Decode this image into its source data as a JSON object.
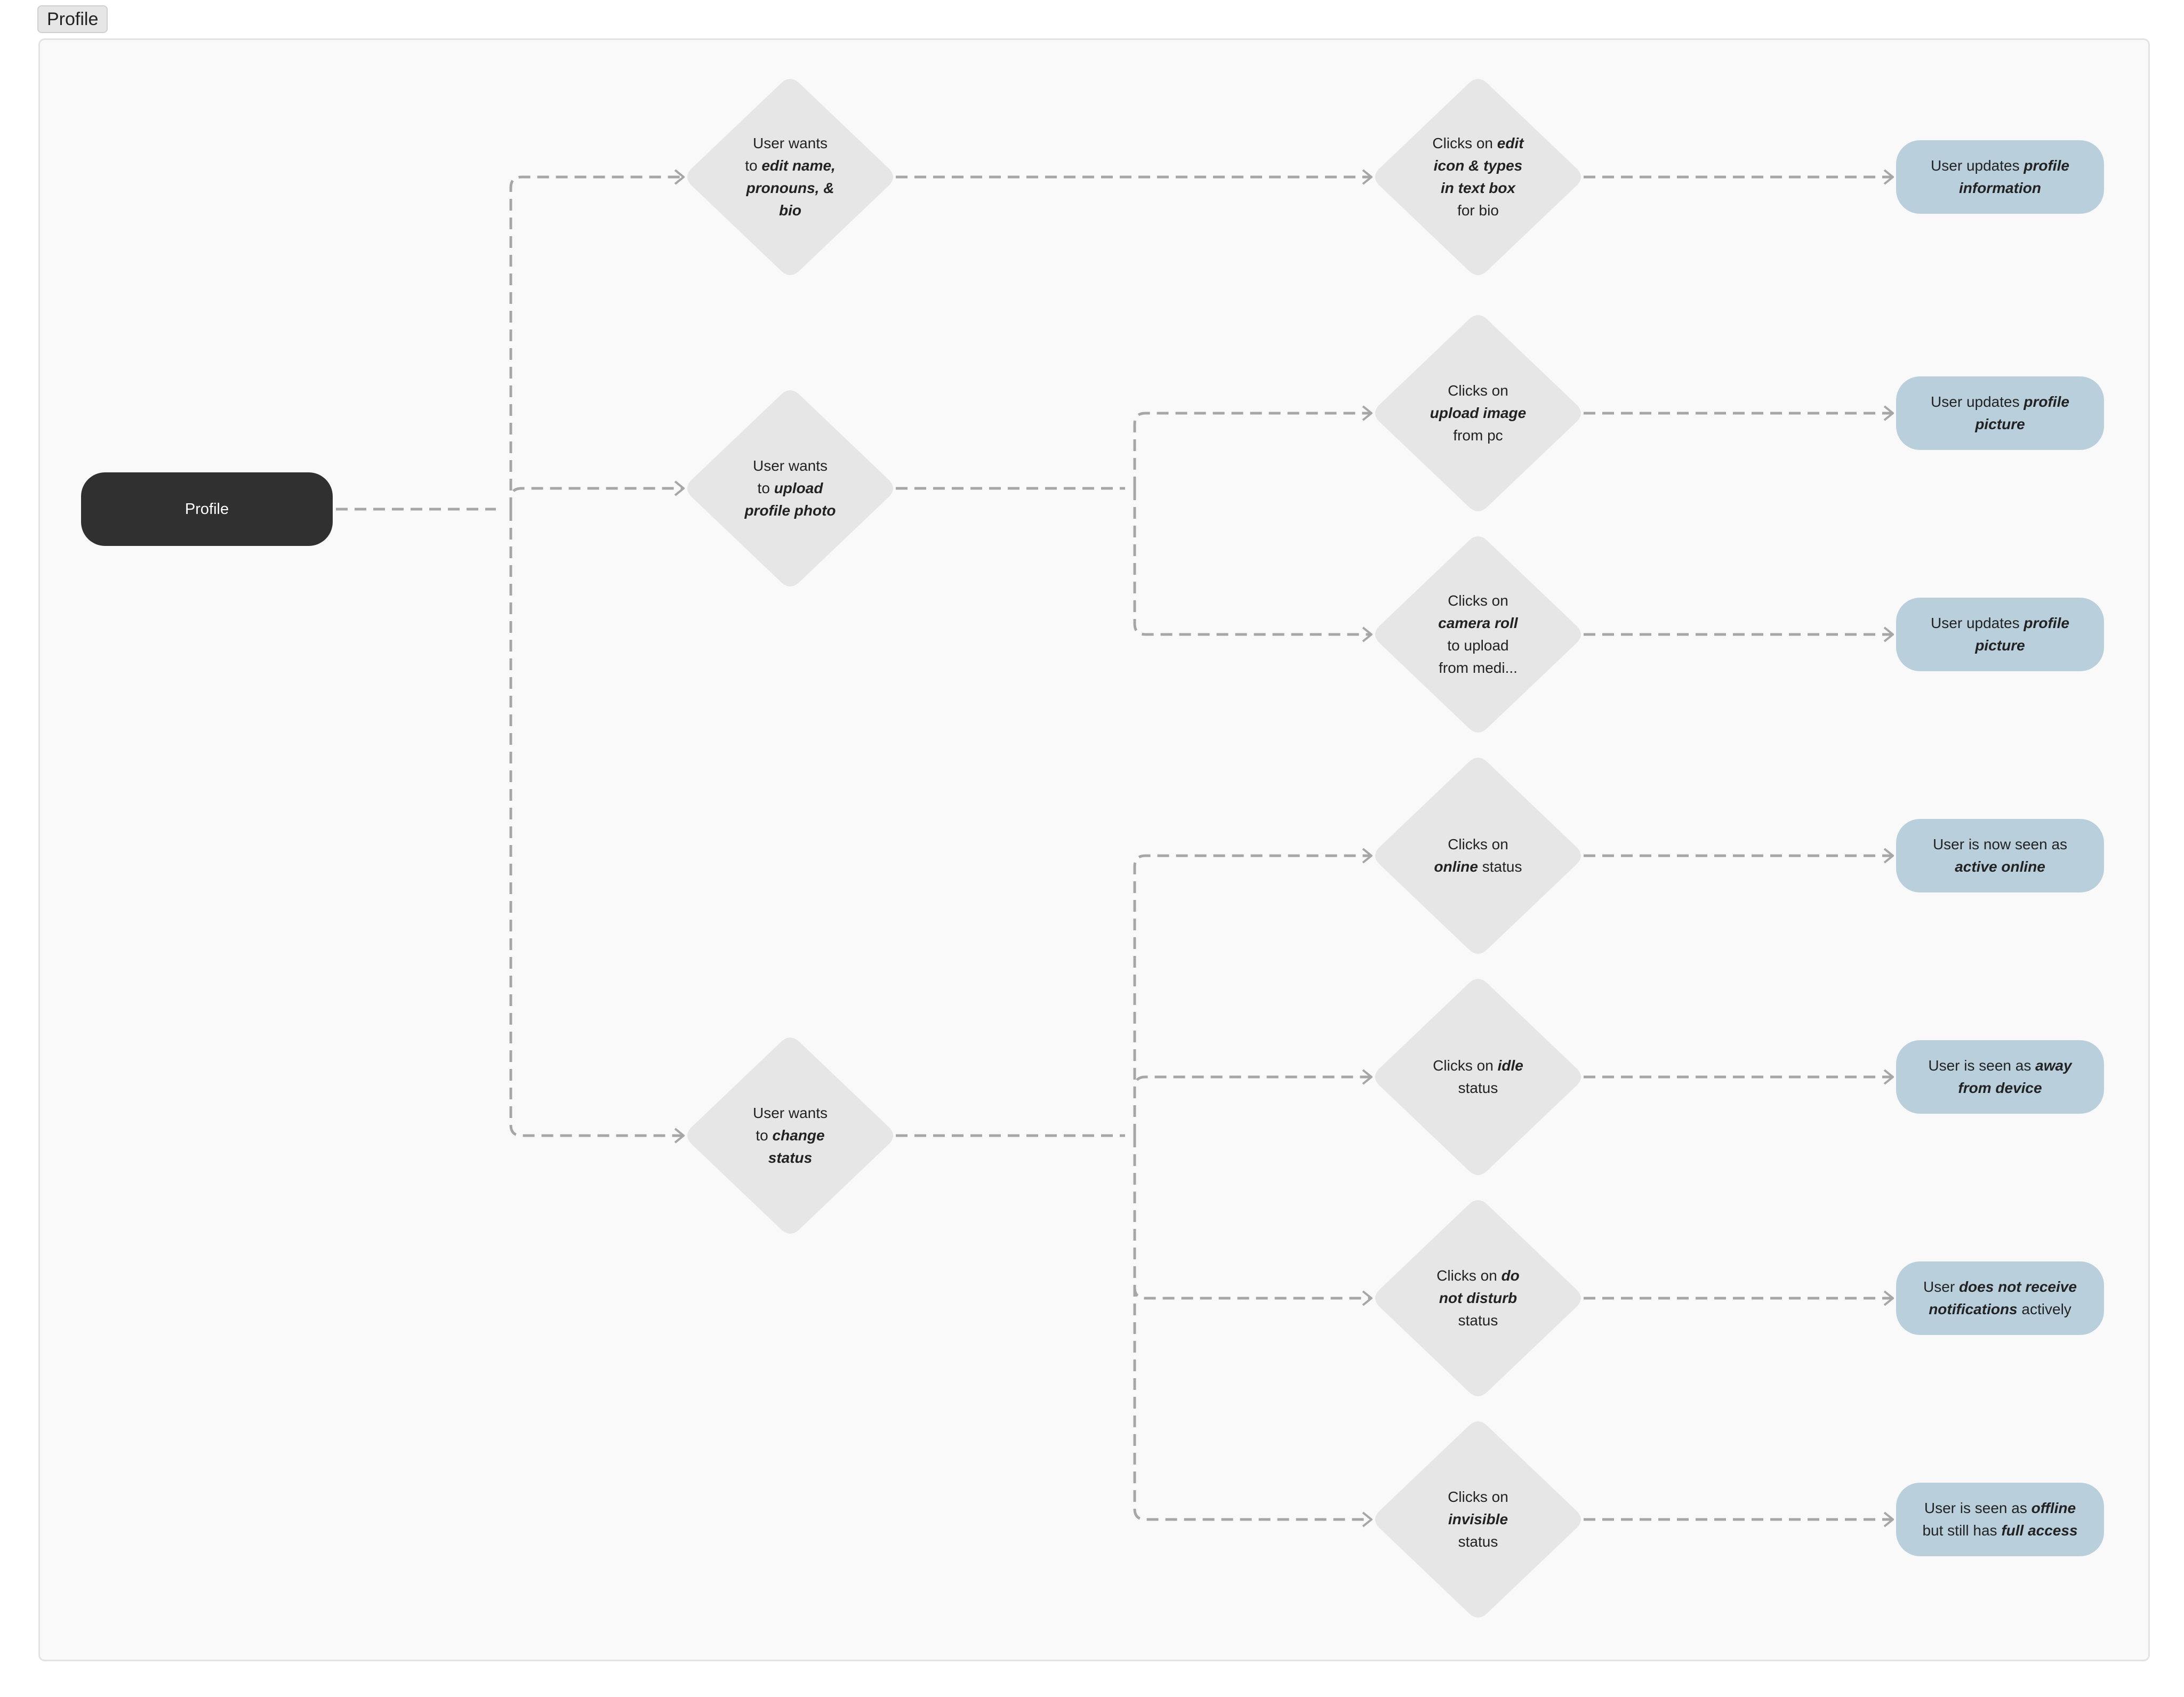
{
  "frame": {
    "tab_label": "Profile"
  },
  "start": {
    "label": "Profile"
  },
  "decisions": {
    "edit": {
      "lines": [
        [
          {
            "t": "User wants",
            "b": false
          }
        ],
        [
          {
            "t": "to ",
            "b": false
          },
          {
            "t": "edit name,",
            "b": true
          }
        ],
        [
          {
            "t": "pronouns, &",
            "b": true
          }
        ],
        [
          {
            "t": "bio",
            "b": true
          }
        ]
      ]
    },
    "upload": {
      "lines": [
        [
          {
            "t": "User wants",
            "b": false
          }
        ],
        [
          {
            "t": "to ",
            "b": false
          },
          {
            "t": "upload",
            "b": true
          }
        ],
        [
          {
            "t": "profile photo",
            "b": true
          }
        ]
      ]
    },
    "status": {
      "lines": [
        [
          {
            "t": "User wants",
            "b": false
          }
        ],
        [
          {
            "t": "to ",
            "b": false
          },
          {
            "t": "change",
            "b": true
          }
        ],
        [
          {
            "t": "status",
            "b": true
          }
        ]
      ]
    }
  },
  "actions": {
    "edit_icon": {
      "lines": [
        [
          {
            "t": "Clicks on ",
            "b": false
          },
          {
            "t": "edit",
            "b": true
          }
        ],
        [
          {
            "t": "icon & types",
            "b": true
          }
        ],
        [
          {
            "t": "in text box",
            "b": true
          }
        ],
        [
          {
            "t": "for bio",
            "b": false
          }
        ]
      ]
    },
    "upload_pc": {
      "lines": [
        [
          {
            "t": "Clicks on",
            "b": false
          }
        ],
        [
          {
            "t": "upload image",
            "b": true
          }
        ],
        [
          {
            "t": "from pc",
            "b": false
          }
        ]
      ]
    },
    "camera_roll": {
      "lines": [
        [
          {
            "t": "Clicks on",
            "b": false
          }
        ],
        [
          {
            "t": "camera roll",
            "b": true
          }
        ],
        [
          {
            "t": "to upload",
            "b": false
          }
        ],
        [
          {
            "t": "from medi...",
            "b": false
          }
        ]
      ]
    },
    "online": {
      "lines": [
        [
          {
            "t": "Clicks on",
            "b": false
          }
        ],
        [
          {
            "t": "online",
            "b": true
          },
          {
            "t": " status",
            "b": false
          }
        ]
      ]
    },
    "idle": {
      "lines": [
        [
          {
            "t": "Clicks on ",
            "b": false
          },
          {
            "t": "idle",
            "b": true
          }
        ],
        [
          {
            "t": "status",
            "b": false
          }
        ]
      ]
    },
    "dnd": {
      "lines": [
        [
          {
            "t": "Clicks on ",
            "b": false
          },
          {
            "t": "do",
            "b": true
          }
        ],
        [
          {
            "t": "not disturb",
            "b": true
          }
        ],
        [
          {
            "t": "status",
            "b": false
          }
        ]
      ]
    },
    "invisible": {
      "lines": [
        [
          {
            "t": "Clicks on",
            "b": false
          }
        ],
        [
          {
            "t": "invisible",
            "b": true
          }
        ],
        [
          {
            "t": "status",
            "b": false
          }
        ]
      ]
    }
  },
  "results": {
    "profile_info": {
      "lines": [
        [
          {
            "t": "User updates ",
            "b": false
          },
          {
            "t": "profile",
            "b": true
          }
        ],
        [
          {
            "t": "information",
            "b": true
          }
        ]
      ]
    },
    "picture_pc": {
      "lines": [
        [
          {
            "t": "User updates ",
            "b": false
          },
          {
            "t": "profile",
            "b": true
          }
        ],
        [
          {
            "t": "picture",
            "b": true
          }
        ]
      ]
    },
    "picture_camera": {
      "lines": [
        [
          {
            "t": "User updates ",
            "b": false
          },
          {
            "t": "profile",
            "b": true
          }
        ],
        [
          {
            "t": "picture",
            "b": true
          }
        ]
      ]
    },
    "online": {
      "lines": [
        [
          {
            "t": "User is now seen as",
            "b": false
          }
        ],
        [
          {
            "t": "active online",
            "b": true
          }
        ]
      ]
    },
    "away": {
      "lines": [
        [
          {
            "t": "User is seen as ",
            "b": false
          },
          {
            "t": "away",
            "b": true
          }
        ],
        [
          {
            "t": "from device",
            "b": true
          }
        ]
      ]
    },
    "dnd": {
      "lines": [
        [
          {
            "t": "User ",
            "b": false
          },
          {
            "t": "does not receive",
            "b": true
          }
        ],
        [
          {
            "t": "notifications",
            "b": true
          },
          {
            "t": " actively",
            "b": false
          }
        ]
      ]
    },
    "offline": {
      "lines": [
        [
          {
            "t": "User is seen as ",
            "b": false
          },
          {
            "t": "offline",
            "b": true
          }
        ],
        [
          {
            "t": "but still has ",
            "b": false
          },
          {
            "t": "full access",
            "b": true
          }
        ]
      ]
    }
  },
  "colors": {
    "start_fill": "#2f302f",
    "decision_fill": "#e6e6e6",
    "result_fill": "#b9d0dc",
    "connector": "#a6a6a6"
  }
}
